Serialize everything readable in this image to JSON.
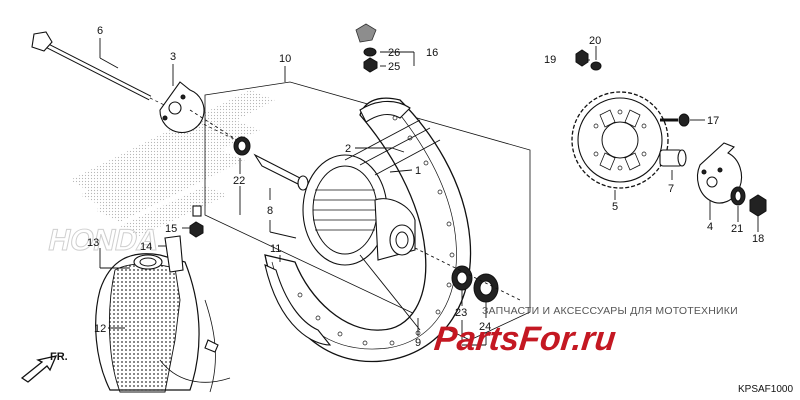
{
  "diagram": {
    "callouts": [
      "1",
      "2",
      "3",
      "4",
      "5",
      "6",
      "7",
      "8",
      "9",
      "10",
      "11",
      "12",
      "13",
      "14",
      "15",
      "16",
      "17",
      "18",
      "19",
      "20",
      "21",
      "22",
      "23",
      "24",
      "25",
      "26"
    ],
    "front_label": "FR.",
    "diagram_code": "KPSAF1000"
  },
  "watermark": {
    "text": "ЗАПЧАСТИ И АКСЕССУАРЫ ДЛЯ МОТОТЕХНИКИ",
    "logo": "PartsFor.ru"
  },
  "colors": {
    "line": "#111111",
    "watermark_red": "#c41822",
    "honda_wing": "#e6e6e6"
  }
}
